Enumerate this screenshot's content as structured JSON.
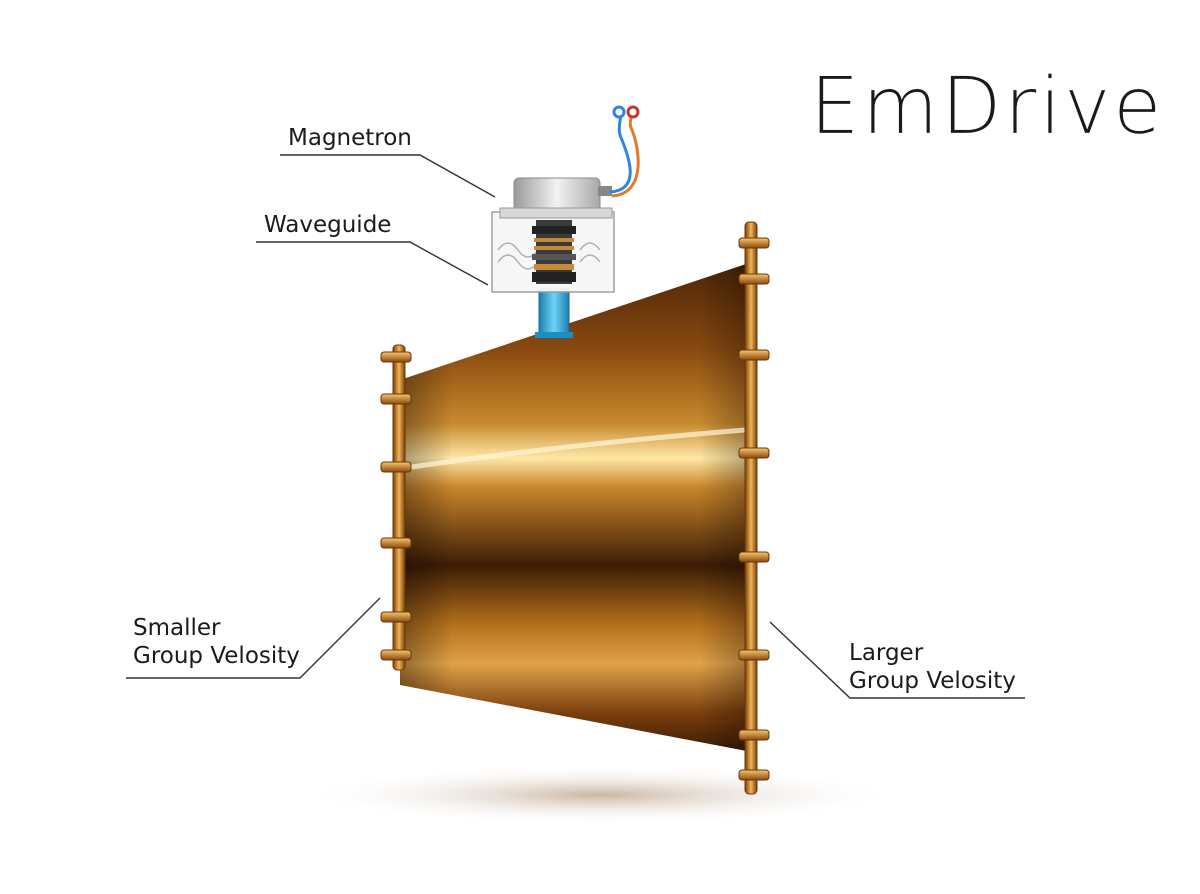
{
  "title": "EmDrive",
  "labels": {
    "magnetron": "Magnetron",
    "waveguide": "Waveguide",
    "smaller_line1": "Smaller",
    "smaller_line2": "Group Velosity",
    "larger_line1": "Larger",
    "larger_line2": "Group Velosity"
  },
  "colors": {
    "copper_dark": "#3a1a05",
    "copper_mid": "#b56a12",
    "copper_light": "#f4c36a",
    "waveguide_blue": "#29a8d8",
    "wire_red": "#c0392b",
    "wire_blue": "#2e86de"
  }
}
